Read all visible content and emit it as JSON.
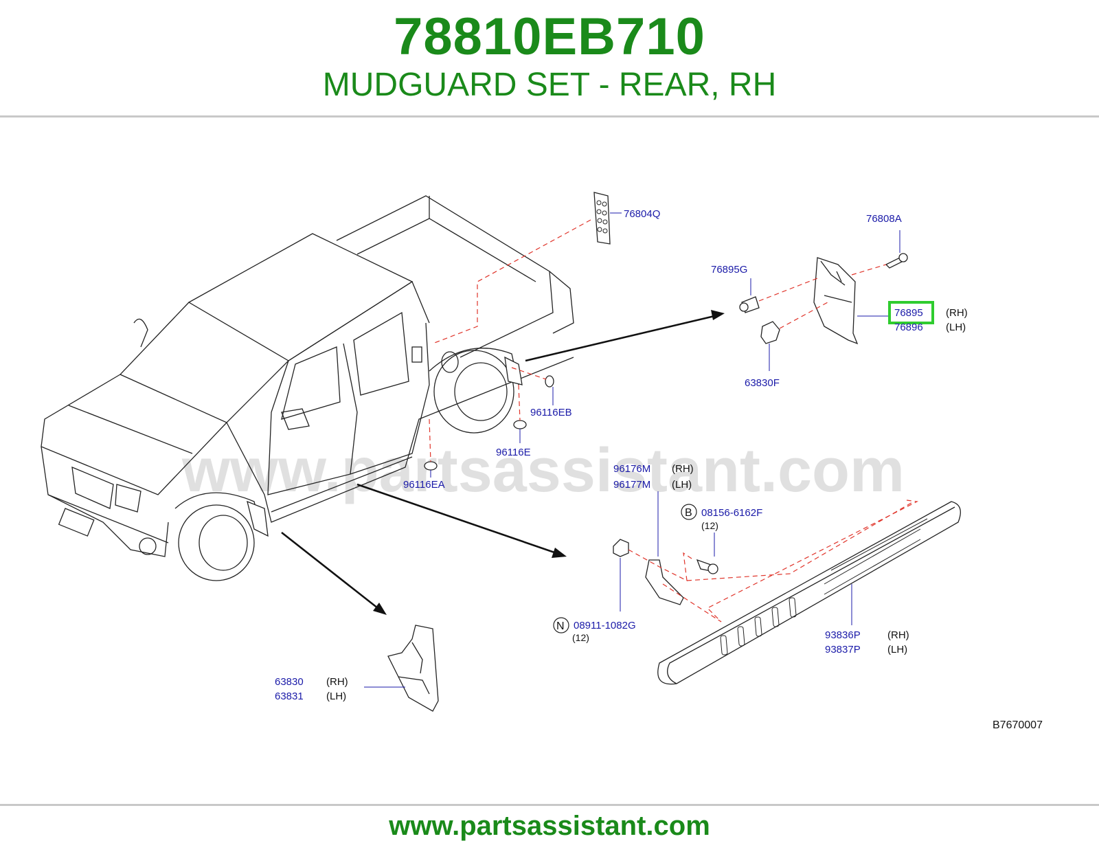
{
  "header": {
    "part_number": "78810EB710",
    "title": "MUDGUARD SET - REAR, RH"
  },
  "footer": {
    "url": "www.partsassistant.com"
  },
  "watermark": "www.partsassistant.com",
  "diagram_ref": "B7670007",
  "highlight_color": "#2fcc2f",
  "labels": {
    "p76804Q": "76804Q",
    "p76808A": "76808A",
    "p76895G": "76895G",
    "p76895": "76895",
    "p76896": "76896",
    "p63830F": "63830F",
    "p96116EB": "96116EB",
    "p96116E": "96116E",
    "p96116EA": "96116EA",
    "p96176M": "96176M",
    "p96177M": "96177M",
    "p08156": "08156-6162F",
    "p08911": "08911-1082G",
    "p93836P": "93836P",
    "p93837P": "93837P",
    "p63830": "63830",
    "p63831": "63831"
  },
  "sides": {
    "rh": "(RH)",
    "lh": "(LH)"
  },
  "qty": {
    "q08156": "(12)",
    "q08911": "(12)"
  },
  "markers": {
    "b": "B",
    "n": "N"
  }
}
